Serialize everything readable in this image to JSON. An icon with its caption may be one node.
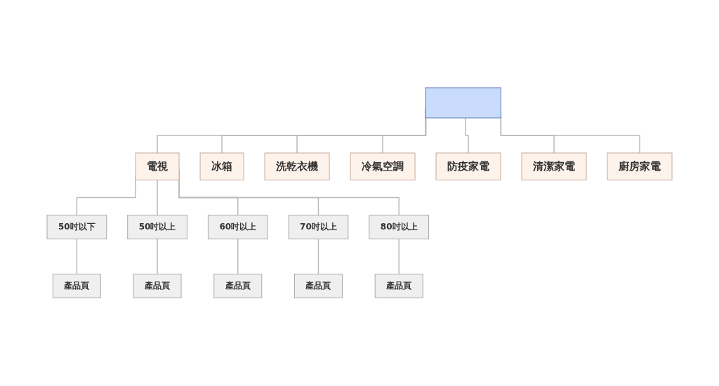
{
  "diagram": {
    "nodes": [
      {
        "text": [],
        "shape": "box"
      },
      {
        "text": [
          "電視"
        ]
      },
      {
        "text": [
          "冰箱"
        ]
      },
      {
        "text": [
          "洗乾衣機"
        ]
      },
      {
        "text": [
          "冷氣空調"
        ]
      },
      {
        "text": [
          "防疫家電"
        ]
      },
      {
        "text": [
          "清潔家電"
        ]
      },
      {
        "text": [
          "廚房家電"
        ]
      },
      {
        "text": [
          "50吋以下"
        ]
      },
      {
        "text": [
          "50吋以上"
        ]
      },
      {
        "text": [
          "60吋以上"
        ]
      },
      {
        "text": [
          "70吋以上"
        ]
      },
      {
        "text": [
          "80吋以上"
        ]
      },
      {
        "text": [
          "產品頁"
        ]
      },
      {
        "text": [
          "產品頁"
        ]
      },
      {
        "text": [
          "產品頁"
        ]
      },
      {
        "text": [
          "產品頁"
        ]
      },
      {
        "text": [
          "產品頁"
        ]
      }
    ],
    "edges": [
      {
        "from": 0,
        "to": 1,
        "arrow": "none"
      },
      {
        "from": 0,
        "to": 2,
        "arrow": "none"
      },
      {
        "from": 0,
        "to": 3,
        "arrow": "none"
      },
      {
        "from": 0,
        "to": 4,
        "arrow": "none"
      },
      {
        "from": 0,
        "to": 5,
        "arrow": "none"
      },
      {
        "from": 0,
        "to": 6,
        "arrow": "none"
      },
      {
        "from": 0,
        "to": 7,
        "arrow": "none"
      },
      {
        "from": 1,
        "to": 8,
        "arrow": "none"
      },
      {
        "from": 1,
        "to": 9,
        "arrow": "none"
      },
      {
        "from": 1,
        "to": 10,
        "arrow": "none"
      },
      {
        "from": 1,
        "to": 11,
        "arrow": "none"
      },
      {
        "from": 1,
        "to": 12,
        "arrow": "none"
      },
      {
        "from": 8,
        "to": 13,
        "arrow": "none"
      },
      {
        "from": 9,
        "to": 14,
        "arrow": "none"
      },
      {
        "from": 10,
        "to": 15,
        "arrow": "none"
      },
      {
        "from": 11,
        "to": 16,
        "arrow": "none"
      },
      {
        "from": 12,
        "to": 17,
        "arrow": "none"
      }
    ]
  }
}
